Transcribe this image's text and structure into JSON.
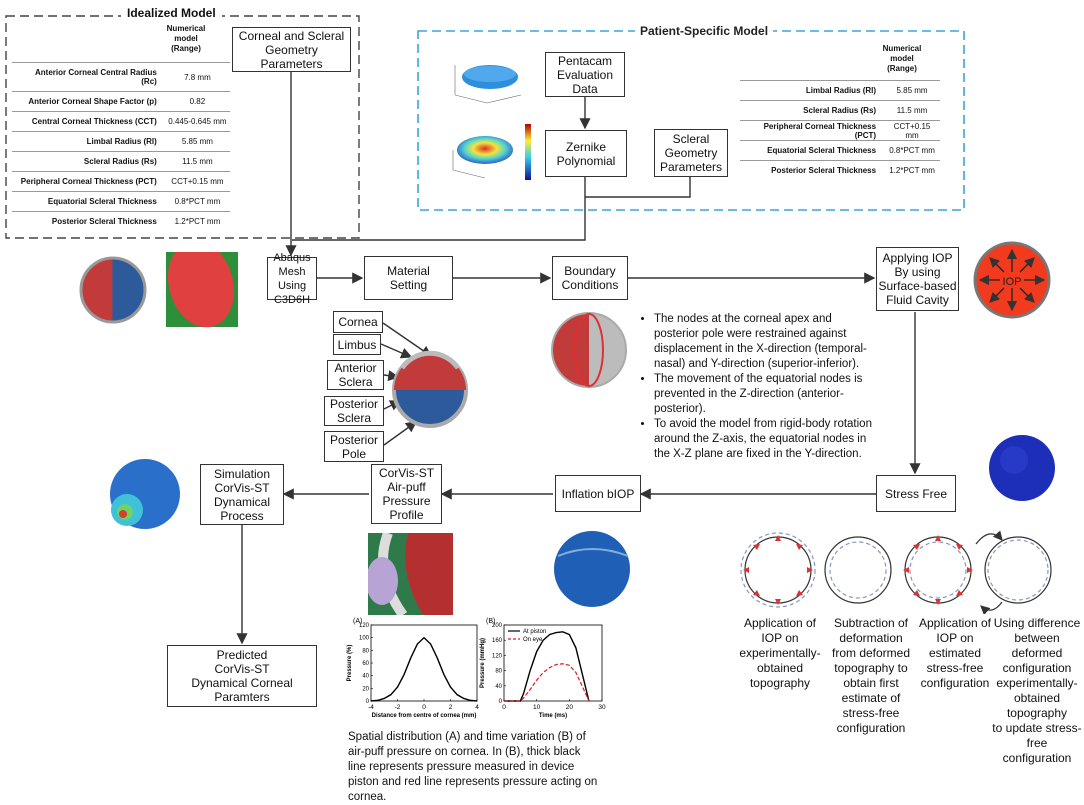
{
  "idealized": {
    "title": "Idealized Model",
    "header": "Numerical\nmodel\n(Range)",
    "rows": [
      {
        "label": "Anterior Corneal Central Radius\n(Rc)",
        "value": "7.8 mm"
      },
      {
        "label": "Anterior Corneal Shape Factor (p)",
        "value": "0.82"
      },
      {
        "label": "Central Corneal Thickness (CCT)",
        "value": "0.445-0.645 mm"
      },
      {
        "label": "Limbal Radius (Rl)",
        "value": "5.85 mm"
      },
      {
        "label": "Scleral Radius (Rs)",
        "value": "11.5 mm"
      },
      {
        "label": "Peripheral Corneal Thickness (PCT)",
        "value": "CCT+0.15 mm"
      },
      {
        "label": "Equatorial Scleral Thickness",
        "value": "0.8*PCT mm"
      },
      {
        "label": "Posterior Scleral Thickness",
        "value": "1.2*PCT mm"
      }
    ]
  },
  "patient": {
    "title": "Patient-Specific Model",
    "header": "Numerical\nmodel\n(Range)",
    "rows": [
      {
        "label": "Limbal Radius (Rl)",
        "value": "5.85 mm"
      },
      {
        "label": "Scleral Radius (Rs)",
        "value": "11.5 mm"
      },
      {
        "label": "Peripheral Corneal Thickness (PCT)",
        "value": "CCT+0.15 mm"
      },
      {
        "label": "Equatorial Scleral Thickness",
        "value": "0.8*PCT mm"
      },
      {
        "label": "Posterior Scleral Thickness",
        "value": "1.2*PCT mm"
      }
    ]
  },
  "boxes": {
    "corneal_scleral": "Corneal and Scleral\nGeometry\nParameters",
    "pentacam": "Pentacam\nEvaluation\nData",
    "zernike": "Zernike\nPolynomial",
    "scleral_geo": "Scleral\nGeometry\nParameters",
    "abaqus": "Abaqus\nMesh\nUsing C3D6H",
    "material": "Material\nSetting",
    "boundary": "Boundary\nConditions",
    "applying_iop": "Applying IOP\nBy using\nSurface-based\nFluid Cavity",
    "stress_free": "Stress Free",
    "inflation": "Inflation bIOP",
    "airpuff": "CorVis-ST\nAir-puff\nPressure\nProfile",
    "simulation": "Simulation\nCorVis-ST\nDynamical\nProcess",
    "predicted": "Predicted\nCorVis-ST\nDynamical Corneal Paramters"
  },
  "anatomy": {
    "cornea": "Cornea",
    "limbus": "Limbus",
    "anterior_sclera": "Anterior\nSclera",
    "posterior_sclera": "Posterior\nSclera",
    "posterior_pole": "Posterior\nPole"
  },
  "iop_label": "IOP",
  "boundary_notes": [
    "The nodes at the corneal apex and posterior pole were restrained against displacement in the X-direction (temporal-nasal) and Y-direction (superior-inferior).",
    "The movement of the equatorial nodes is prevented in the Z-direction (anterior-posterior).",
    "To avoid the model from rigid-body rotation around the Z-axis, the equatorial nodes in the X-Z plane are fixed in the Y-direction."
  ],
  "chart_caption": "Spatial distribution (A) and time variation (B) of air-puff pressure on cornea. In (B), thick black line represents pressure measured in device piston and red line represents pressure acting on cornea.",
  "steps": [
    "Application of\nIOP on\nexperimentally-\nobtained\ntopography",
    "Subtraction of\ndeformation\nfrom deformed\ntopography to\nobtain first\nestimate of\nstress-free\nconfiguration",
    "Application of\nIOP on\nestimated\nstress-free\nconfiguration",
    "Using difference\nbetween\ndeformed\nconfiguration\nexperimentally-\nobtained\ntopography\nto update stress-\nfree\nconfiguration"
  ],
  "chart_data": [
    {
      "type": "line",
      "panel": "(A)",
      "xlabel": "Distance from centre of cornea (mm)",
      "ylabel": "Pressure (%)",
      "xlim": [
        -4,
        4
      ],
      "ylim": [
        0,
        120
      ],
      "xticks": [
        -4,
        -2,
        0,
        2,
        4
      ],
      "yticks": [
        0,
        20,
        40,
        60,
        80,
        100,
        120
      ],
      "series": [
        {
          "x": [
            -4,
            -3.5,
            -3,
            -2.5,
            -2,
            -1.5,
            -1,
            -0.5,
            0,
            0.5,
            1,
            1.5,
            2,
            2.5,
            3,
            3.5,
            4
          ],
          "values": [
            0,
            1,
            4,
            10,
            22,
            42,
            68,
            90,
            100,
            90,
            68,
            42,
            22,
            10,
            4,
            1,
            0
          ],
          "color": "#000000"
        }
      ]
    },
    {
      "type": "line",
      "panel": "(B)",
      "xlabel": "Time (ms)",
      "ylabel": "Pressure (mmHg)",
      "xlim": [
        0,
        30
      ],
      "ylim": [
        0,
        200
      ],
      "xticks": [
        0,
        10,
        20,
        30
      ],
      "yticks": [
        0,
        40,
        80,
        120,
        160,
        200
      ],
      "series": [
        {
          "name": "At piston",
          "x": [
            0,
            5,
            6,
            8,
            10,
            12,
            14,
            16,
            18,
            20,
            22,
            24,
            26
          ],
          "values": [
            0,
            0,
            20,
            80,
            130,
            160,
            175,
            180,
            182,
            175,
            140,
            70,
            0
          ],
          "color": "#000000"
        },
        {
          "name": "On eye",
          "x": [
            0,
            5,
            6,
            8,
            10,
            12,
            14,
            16,
            18,
            20,
            22,
            24,
            26
          ],
          "values": [
            0,
            0,
            8,
            30,
            55,
            75,
            88,
            96,
            98,
            94,
            75,
            38,
            0
          ],
          "color": "#d62020"
        }
      ]
    }
  ]
}
